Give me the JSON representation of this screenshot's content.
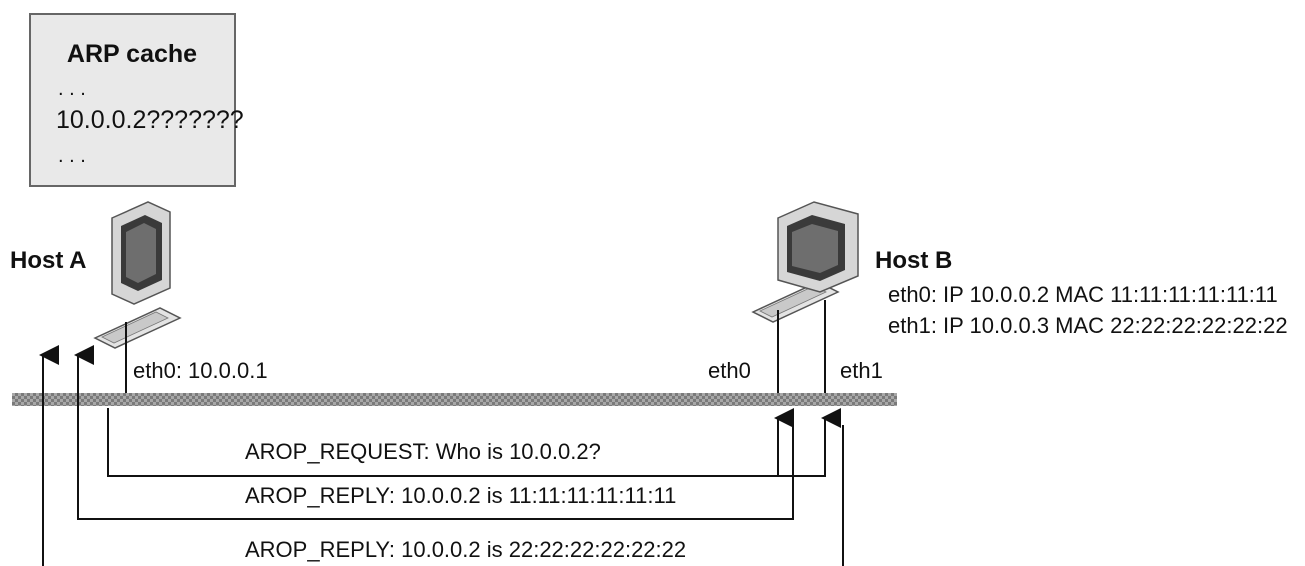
{
  "arp_cache": {
    "title": "ARP cache",
    "dots_top": ". . .",
    "entry": "10.0.0.2???????",
    "dots_bottom": ". . ."
  },
  "host_a": {
    "label": "Host A",
    "iface": "eth0: 10.0.0.1"
  },
  "host_b": {
    "label": "Host B",
    "eth0_info": "eth0: IP 10.0.0.2 MAC 11:11:11:11:11:11",
    "eth1_info": "eth1: IP 10.0.0.3 MAC 22:22:22:22:22:22",
    "eth0_label": "eth0",
    "eth1_label": "eth1"
  },
  "messages": [
    "AROP_REQUEST: Who is 10.0.0.2?",
    "AROP_REPLY: 10.0.0.2 is 11:11:11:11:11:11",
    "AROP_REPLY: 10.0.0.2 is 22:22:22:22:22:22"
  ],
  "colors": {
    "cache_box_fill": "#e9e9e9",
    "bus_fill": "#9a9a9a",
    "monitor_body": "#d8d8d8",
    "screen": "#3a3a3a",
    "line": "#111111"
  }
}
